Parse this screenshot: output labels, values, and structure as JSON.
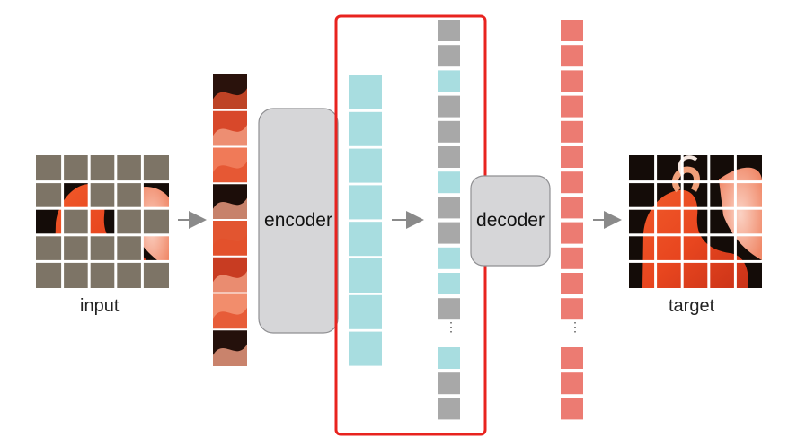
{
  "labels": {
    "input": "input",
    "encoder": "encoder",
    "decoder": "decoder",
    "target": "target",
    "ellipsis": "⋮"
  },
  "colors": {
    "mask_gray": "#7d7466",
    "visible_token": "#a8dde0",
    "mask_token": "#a8a8a8",
    "output_token": "#ec7b72",
    "highlight_frame": "#e8231f",
    "block_fill": "#d6d6d8",
    "arrow": "#8a8a8a"
  },
  "input_grid_mask": [
    [
      1,
      1,
      1,
      1,
      1
    ],
    [
      1,
      0,
      1,
      1,
      0
    ],
    [
      0,
      1,
      0,
      1,
      1
    ],
    [
      1,
      1,
      1,
      1,
      0
    ],
    [
      1,
      1,
      1,
      1,
      1
    ]
  ],
  "middle_column_tokens": [
    "mask",
    "mask",
    "visible",
    "mask",
    "mask",
    "mask",
    "visible",
    "mask",
    "mask",
    "visible",
    "visible",
    "mask",
    "visible",
    "mask",
    "mask"
  ]
}
